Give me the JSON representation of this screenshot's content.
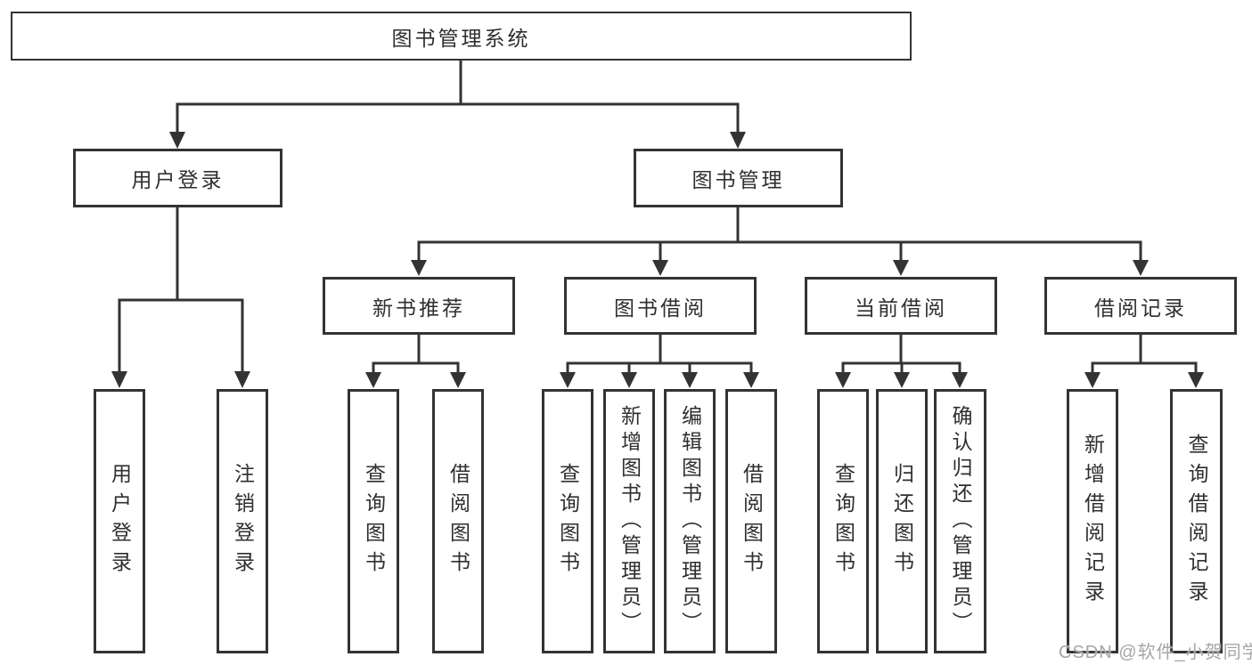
{
  "diagram": {
    "root": {
      "label": "图书管理系统"
    },
    "user_login": {
      "label": "用户登录"
    },
    "book_management": {
      "label": "图书管理"
    },
    "user_login_children": [
      "用户登录",
      "注销登录"
    ],
    "modules": [
      "新书推荐",
      "图书借阅",
      "当前借阅",
      "借阅记录"
    ],
    "new_book_children": [
      "查询图书",
      "借阅图书"
    ],
    "borrow_children": [
      "查询图书",
      "新增图书（管理员）",
      "编辑图书（管理员）",
      "借阅图书"
    ],
    "current_children": [
      "查询图书",
      "归还图书",
      "确认归还（管理员）"
    ],
    "record_children": [
      "新增借阅记录",
      "查询借阅记录"
    ]
  },
  "watermark": {
    "text": "CSDN @软件_小贺同学"
  },
  "colors": {
    "line": "#333333",
    "box_border": "#333333",
    "text": "#2f2f2f",
    "watermark": "#a6a6a6",
    "background": "#ffffff"
  }
}
